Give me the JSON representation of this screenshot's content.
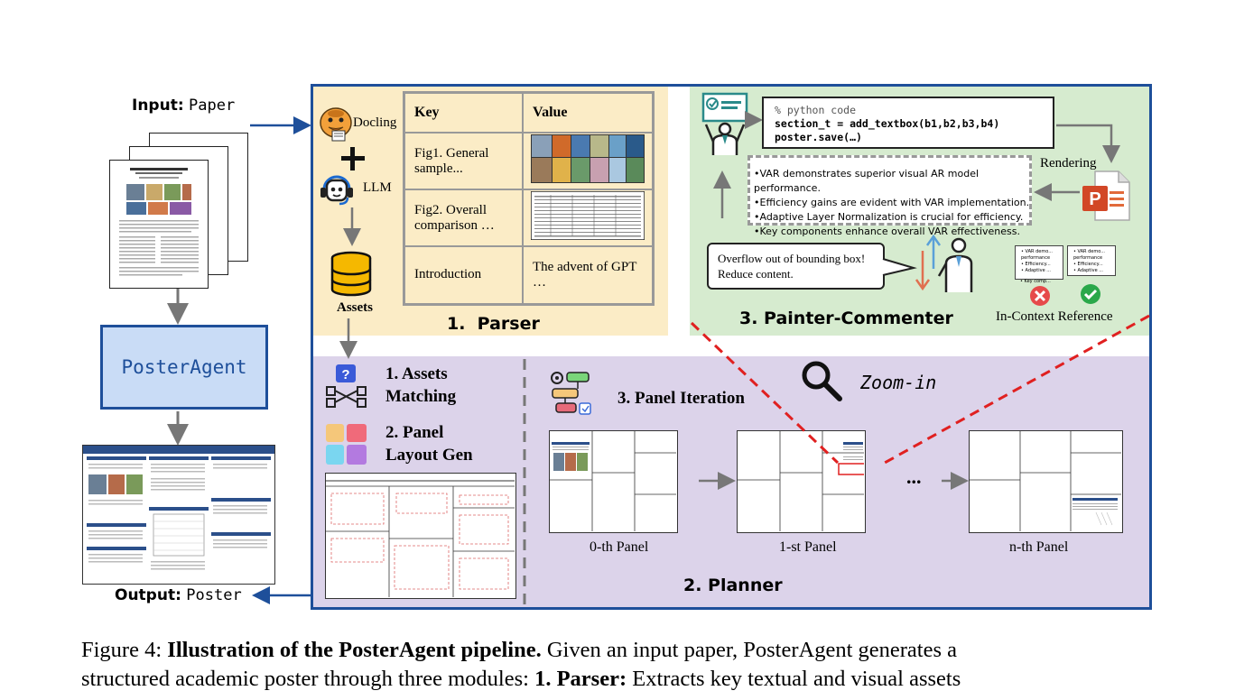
{
  "left": {
    "input_bold": "Input:",
    "input_text": "Paper",
    "center_box": "PosterAgent",
    "output_bold": "Output:",
    "output_text": "Poster"
  },
  "parser": {
    "docling": "Docling",
    "llm": "LLM",
    "assets": "Assets",
    "title": "1.  Parser",
    "table": {
      "headers": [
        "Key",
        "Value"
      ],
      "rows": [
        {
          "key": "Fig1. General sample...",
          "value": ""
        },
        {
          "key": "Fig2. Overall comparison …",
          "value": ""
        },
        {
          "key": "Introduction",
          "value": "The advent of GPT …"
        }
      ]
    }
  },
  "painter": {
    "title": "3. Painter-Commenter",
    "code": [
      "% python code",
      "section_t = add_textbox(b1,b2,b3,b4)",
      "poster.save(…)"
    ],
    "rendering": "Rendering",
    "bullets": [
      "•VAR demonstrates superior visual AR model",
      "performance.",
      "•Efficiency gains are evident with VAR implementation.",
      "•Adaptive Layer Normalization is crucial for efficiency.",
      "•Key components enhance overall VAR effectiveness."
    ],
    "speech": "Overflow out of bounding box! Reduce content.",
    "card_lines": [
      "• VAR demo...",
      "performance",
      "• Efficiency...",
      "• Adaptive ..."
    ],
    "card_extra": "• Key comp...",
    "reference": "In-Context Reference"
  },
  "planner": {
    "assets_matching_1": "1. Assets",
    "assets_matching_2": "Matching",
    "layout_1": "2. Panel",
    "layout_2": "Layout Gen",
    "iteration": "3. Panel Iteration",
    "zoom": "Zoom-in",
    "panels": [
      "0-th Panel",
      "1-st Panel",
      "n-th Panel"
    ],
    "ellipsis": "...",
    "title": "2. Planner"
  },
  "caption": {
    "line1_a": "Figure 4: ",
    "line1_bold": "Illustration of the PosterAgent pipeline.",
    "line1_b": " Given an input paper, PosterAgent generates a",
    "line2_a": "structured academic poster through three modules: ",
    "line2_bold": "1. Parser:",
    "line2_b": " Extracts key textual and visual assets"
  },
  "colors": {
    "frame_blue": "#1e4f9a",
    "parser_bg": "#fbecc6",
    "painter_bg": "#d6ebcf",
    "planner_bg": "#dcd3ea",
    "zoom_red": "#e02020"
  }
}
